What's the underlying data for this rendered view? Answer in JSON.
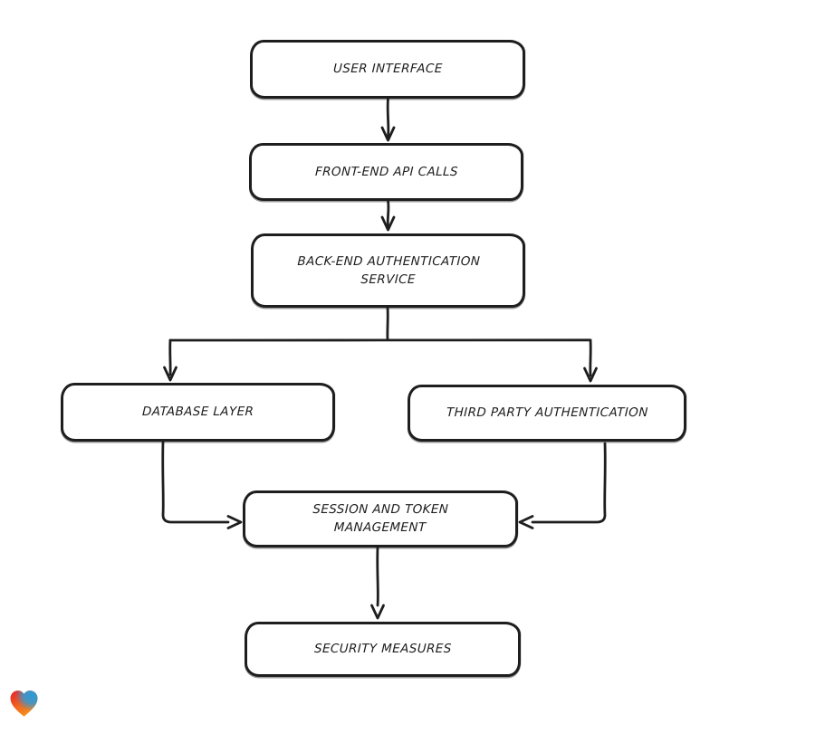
{
  "canvas": {
    "background": "#ffffff",
    "stroke_color": "#1e1e1e",
    "node_fill": "#ffffff",
    "style": "hand-drawn-sketch"
  },
  "nodes": [
    {
      "id": "user-interface",
      "label": "USER INTERFACE"
    },
    {
      "id": "front-end-api-calls",
      "label": "FRONT-END API CALLS"
    },
    {
      "id": "back-end-authentication-service",
      "label": "BACK-END AUTHENTICATION SERVICE"
    },
    {
      "id": "database-layer",
      "label": "DATABASE LAYER"
    },
    {
      "id": "third-party-authentication",
      "label": "THIRD PARTY AUTHENTICATION"
    },
    {
      "id": "session-and-token-management",
      "label": "SESSION AND TOKEN MANAGEMENT"
    },
    {
      "id": "security-measures",
      "label": "SECURITY MEASURES"
    }
  ],
  "edges": [
    {
      "from": "user-interface",
      "to": "front-end-api-calls",
      "direction": "down"
    },
    {
      "from": "front-end-api-calls",
      "to": "back-end-authentication-service",
      "direction": "down"
    },
    {
      "from": "back-end-authentication-service",
      "to": "database-layer",
      "direction": "branch-left-down"
    },
    {
      "from": "back-end-authentication-service",
      "to": "third-party-authentication",
      "direction": "branch-right-down"
    },
    {
      "from": "database-layer",
      "to": "session-and-token-management",
      "direction": "down-then-right"
    },
    {
      "from": "third-party-authentication",
      "to": "session-and-token-management",
      "direction": "down-then-left"
    },
    {
      "from": "session-and-token-management",
      "to": "security-measures",
      "direction": "down"
    }
  ],
  "logo": {
    "name": "eraser-heart-logo",
    "shape": "heart",
    "colors": {
      "red": "#e62129",
      "orange": "#f7941d",
      "blue": "#2d9bd8"
    }
  }
}
